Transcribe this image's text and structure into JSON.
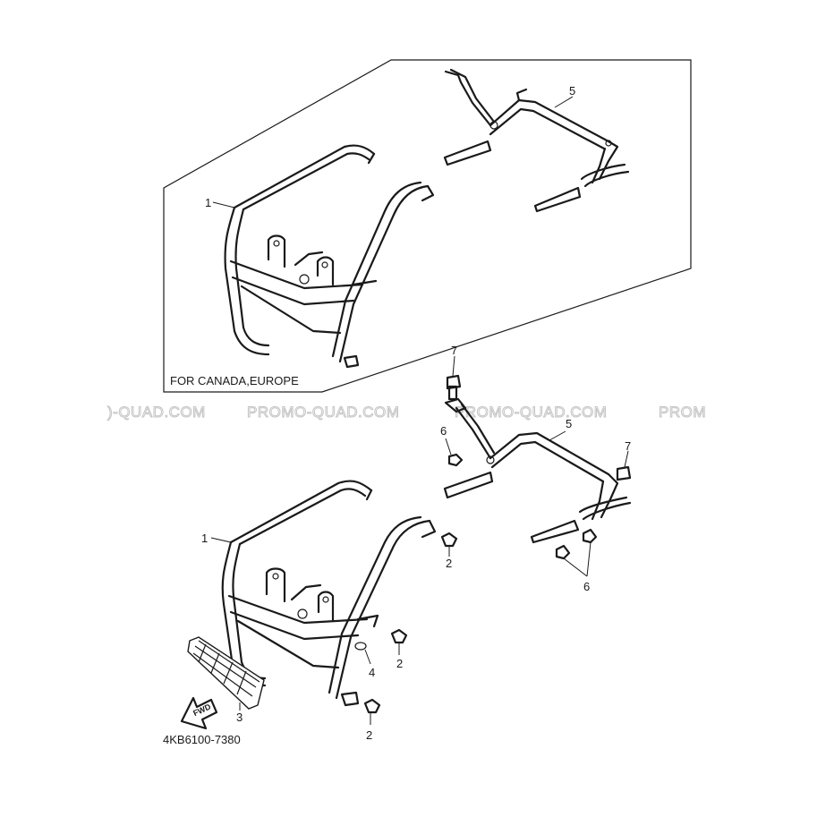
{
  "region_note": "FOR CANADA,EUROPE",
  "part_code": "4KB6100-7380",
  "forward_badge": "FWD",
  "watermark": {
    "left": ")-QUAD.COM",
    "mid": "PROMO-QUAD.COM",
    "right": "PROMO-QUAD.COM",
    "edge": "PROM"
  },
  "callouts": {
    "inset_guard": "1",
    "inset_rack": "5",
    "guard": "1",
    "rack": "5",
    "bolt_top": "2",
    "bolt_mid": "2",
    "bolt_bottom": "2",
    "grille": "3",
    "washer": "4",
    "nut_left": "6",
    "nut_right": "6",
    "cap_left": "7",
    "cap_right": "7"
  }
}
